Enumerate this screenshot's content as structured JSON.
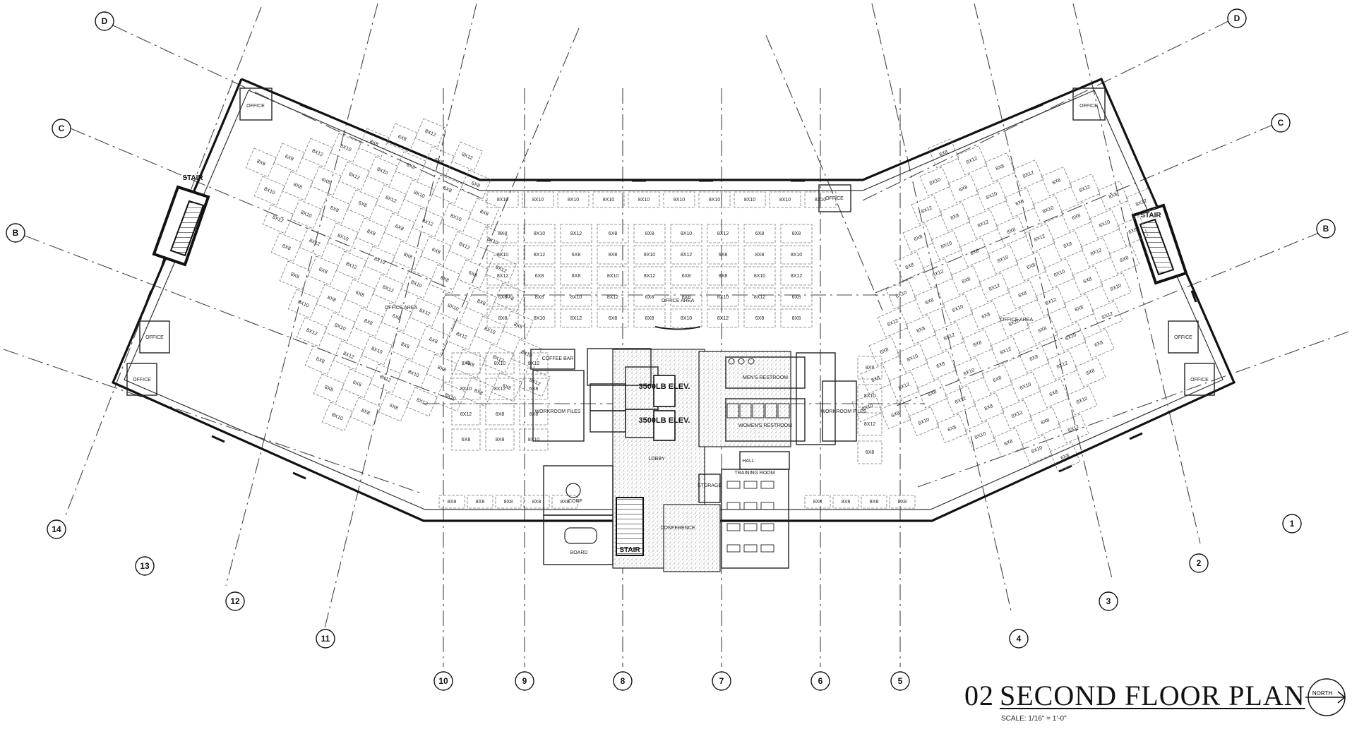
{
  "title": {
    "number": "02",
    "name": "SECOND FLOOR PLAN",
    "scale": "SCALE: 1/16\" = 1'-0\""
  },
  "north_label": "NORTH",
  "grid_letters": [
    "D",
    "C",
    "B"
  ],
  "grid_numbers": [
    "14",
    "13",
    "12",
    "11",
    "10",
    "9",
    "8",
    "7",
    "6",
    "5",
    "4",
    "3",
    "2",
    "1"
  ],
  "rooms": {
    "stair": "STAIR",
    "elev_1": "3500LB ELEV.",
    "elev_2": "3500LB ELEV.",
    "office_area": "OFFICE AREA",
    "mens_restroom": "MEN'S RESTROOM",
    "womens_restroom": "WOMEN'S RESTROOM",
    "coffee_bar": "COFFEE BAR",
    "workroom": "WORKROOM FILES",
    "conference": "CONFERENCE",
    "training": "TRAINING ROOM",
    "storage": "STORAGE",
    "hall": "HALL",
    "lobby": "LOBBY",
    "board": "BOARD",
    "conf_small": "CONF",
    "office": "OFFICE"
  },
  "cubicle_labels": [
    "8X8",
    "8X10",
    "8X12",
    "6X8"
  ]
}
